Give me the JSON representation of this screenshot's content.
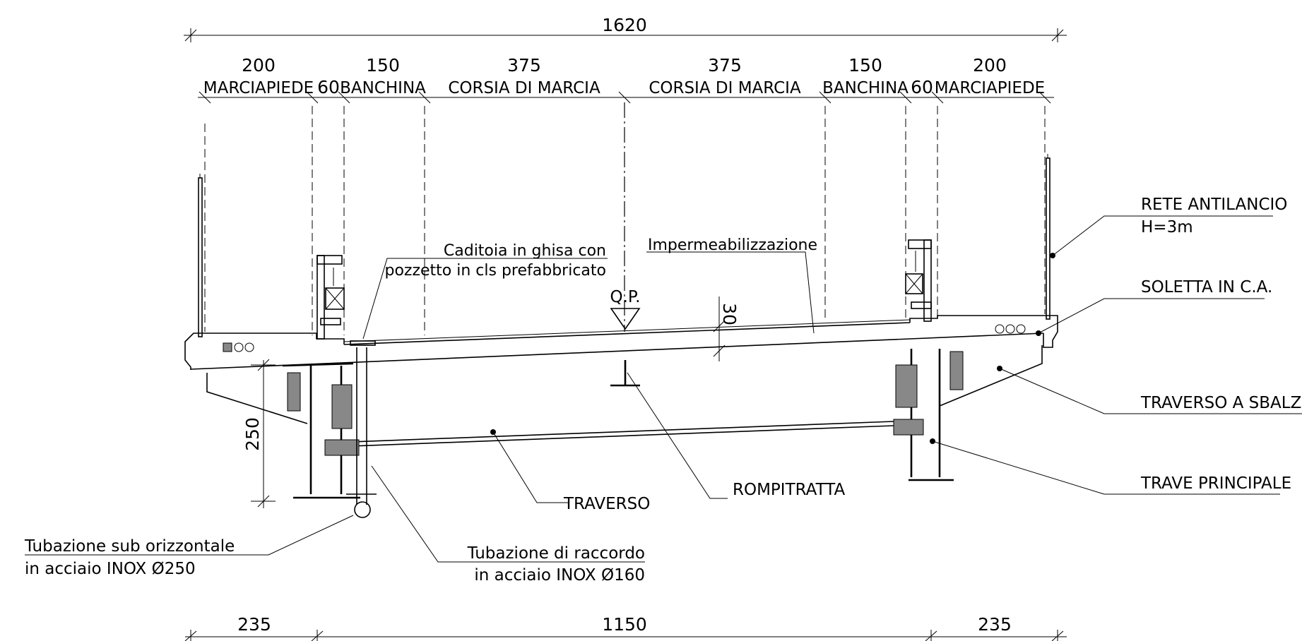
{
  "dimensions": {
    "overall": "1620",
    "segments": [
      {
        "value": "200",
        "label": "MARCIAPIEDE"
      },
      {
        "value": "60",
        "label": ""
      },
      {
        "value": "150",
        "label": "BANCHINA"
      },
      {
        "value": "375",
        "label": "CORSIA  DI  MARCIA"
      },
      {
        "value": "375",
        "label": "CORSIA  DI  MARCIA"
      },
      {
        "value": "150",
        "label": "BANCHINA"
      },
      {
        "value": "60",
        "label": ""
      },
      {
        "value": "200",
        "label": "MARCIAPIEDE"
      }
    ],
    "bottom": [
      "235",
      "1150",
      "235"
    ],
    "beam_height": "250",
    "pavement_thickness": "30"
  },
  "axis_label": "Q.P.",
  "labels": {
    "rete_line1": "RETE  ANTILANCIO",
    "rete_line2": "H=3m",
    "soletta": "SOLETTA  IN  C.A.",
    "traverso_sbalzo": "TRAVERSO  A  SBALZO",
    "trave_principale": "TRAVE  PRINCIPALE",
    "rompitratta": "ROMPITRATTA",
    "traverso": "TRAVERSO",
    "caditoia_line1": "Caditoia  in  ghisa  con",
    "caditoia_line2": "pozzetto  in  cls  prefabbricato",
    "impermeabilizzazione": "Impermeabilizzazione",
    "tubazione_sub_line1": "Tubazione  sub  orizzontale",
    "tubazione_sub_line2": "in  acciaio  INOX  Ø250",
    "tubazione_raccordo_line1": "Tubazione  di  raccordo",
    "tubazione_raccordo_line2": "in  acciaio  INOX  Ø160"
  }
}
